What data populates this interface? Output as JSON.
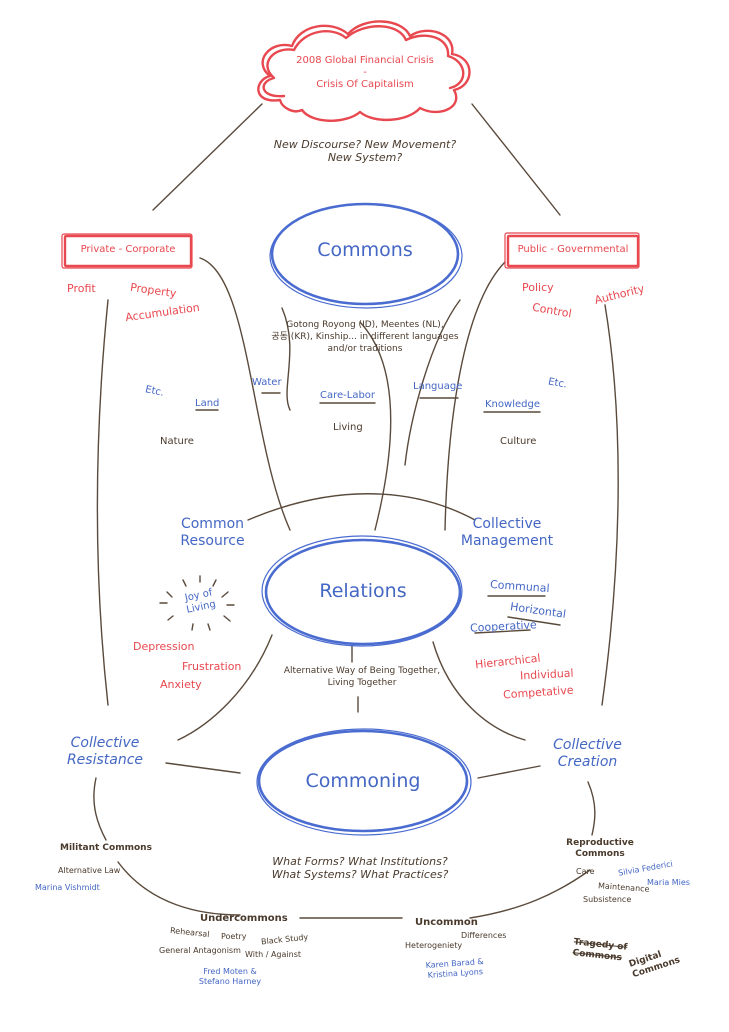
{
  "colors": {
    "red": "#e8484f",
    "blue": "#4467c4",
    "dark": "#4a3a2c",
    "line": "#5a4a3c"
  },
  "crisis": {
    "line1": "2008 Global Financial Crisis",
    "dash": "-",
    "line2": "Crisis Of Capitalism"
  },
  "questions_top": {
    "line1": "New Discourse? New Movement?",
    "line2": "New System?"
  },
  "private": {
    "title": "Private - Corporate",
    "profit": "Profit",
    "property": "Property",
    "accumulation": "Accumulation"
  },
  "public": {
    "title": "Public - Governmental",
    "policy": "Policy",
    "authority": "Authority",
    "control": "Control"
  },
  "commons": {
    "title": "Commons",
    "desc": [
      "Gotong Royong (ID), Meentes (NL),",
      "공동 (KR), Kinship... in different languages",
      "and/or traditions"
    ]
  },
  "resources": {
    "etc_left": "Etc.",
    "land": "Land",
    "water": "Water",
    "care_labor": "Care-Labor",
    "language": "Language",
    "etc_right": "Etc.",
    "knowledge": "Knowledge",
    "nature": "Nature",
    "living": "Living",
    "culture": "Culture"
  },
  "common_resource": [
    "Common",
    "Resource"
  ],
  "collective_management": [
    "Collective",
    "Management"
  ],
  "relations": {
    "title": "Relations",
    "joy": [
      "Joy of",
      "Living"
    ],
    "depression": "Depression",
    "frustration": "Frustration",
    "anxiety": "Anxiety",
    "communal": "Communal",
    "horizontal": "Horizontal",
    "cooperative": "Cooperative",
    "hierarchical": "Hierarchical",
    "individual": "Individual",
    "competative": "Competative",
    "alt": [
      "Alternative Way of Being Together,",
      "Living Together"
    ]
  },
  "commoning": {
    "title": "Commoning",
    "resistance": [
      "Collective",
      "Resistance"
    ],
    "creation": [
      "Collective",
      "Creation"
    ],
    "questions": [
      "What Forms? What Institutions?",
      "What Systems? What Practices?"
    ]
  },
  "militant": {
    "title": "Militant Commons",
    "alt_law": "Alternative Law",
    "author": "Marina Vishmidt"
  },
  "reproductive": {
    "title": [
      "Reproductive",
      "Commons"
    ],
    "care": "Care",
    "federici": "Silvia Federici",
    "maintenance": "Maintenance",
    "mies": "Maria Mies",
    "subsistence": "Subsistence"
  },
  "undercommons": {
    "title": "Undercommons",
    "rehearsal": "Rehearsal",
    "poetry": "Poetry",
    "black_study": "Black Study",
    "antagonism": "General Antagonism",
    "with_against": "With / Against",
    "authors": [
      "Fred Moten &",
      "Stefano Harney"
    ]
  },
  "uncommon": {
    "title": "Uncommon",
    "differences": "Differences",
    "heterogeniety": "Heterogeniety",
    "authors": [
      "Karen Barad &",
      "Kristina Lyons"
    ]
  },
  "tragedy": [
    "Tragedy of",
    "Commons"
  ],
  "digital": [
    "Digital",
    "Commons"
  ]
}
